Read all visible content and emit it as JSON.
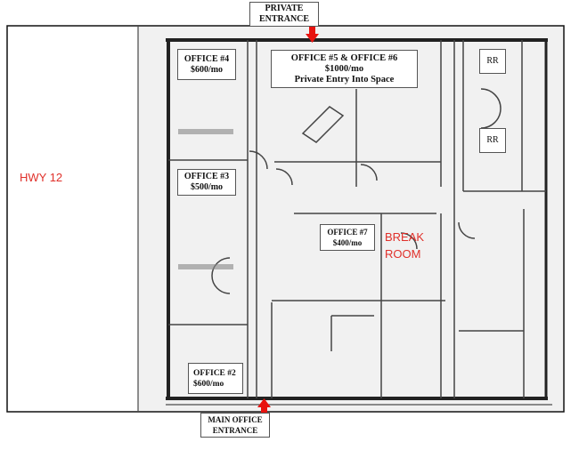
{
  "private_entrance": {
    "line1": "PRIVATE",
    "line2": "ENTRANCE"
  },
  "main_entrance": {
    "line1": "MAIN OFFICE",
    "line2": "ENTRANCE"
  },
  "highway": "HWY 12",
  "break_room": {
    "line1": "BREAK",
    "line2": "ROOM"
  },
  "offices": [
    {
      "name": "OFFICE #4",
      "price": "$600/mo"
    },
    {
      "name": "OFFICE #5 & OFFICE #6",
      "price": "$1000/mo",
      "note": "Private Entry Into Space"
    },
    {
      "name": "OFFICE #3",
      "price": "$500/mo"
    },
    {
      "name": "OFFICE #7",
      "price": "$400/mo"
    },
    {
      "name": "OFFICE #2",
      "price": "$600/mo"
    }
  ],
  "restrooms": [
    "RR",
    "RR"
  ],
  "colors": {
    "arrow": "#e8130f",
    "accent_text": "#e0302a"
  }
}
